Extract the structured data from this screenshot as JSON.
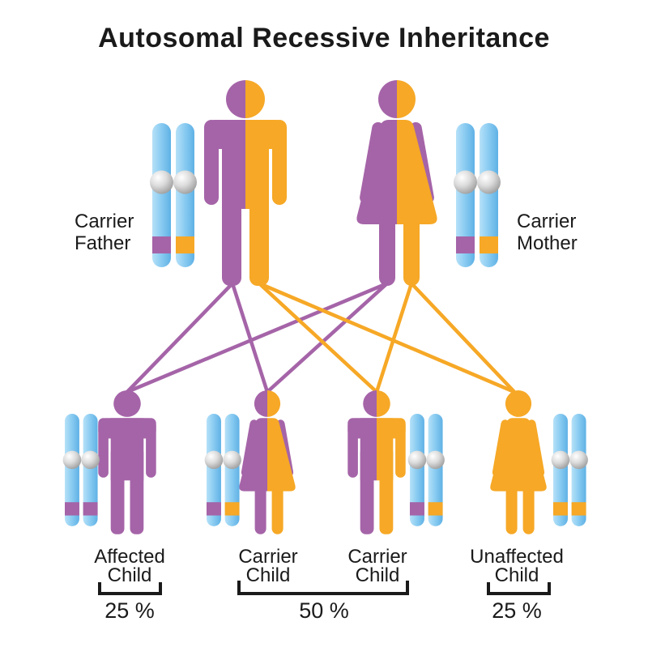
{
  "title": "Autosomal Recessive Inheritance",
  "colors": {
    "purple": "#A564A8",
    "orange": "#F6A826",
    "chromosome_blue": "#86CBF1",
    "centromere_gray": "#BFBFBF",
    "text": "#1A1A1A",
    "background": "#FFFFFF"
  },
  "parents": {
    "father": {
      "label_line1": "Carrier",
      "label_line2": "Father",
      "figure_colors": [
        "purple",
        "orange"
      ],
      "chromosome_bands": [
        "purple",
        "orange"
      ]
    },
    "mother": {
      "label_line1": "Carrier",
      "label_line2": "Mother",
      "figure_colors": [
        "purple",
        "orange"
      ],
      "chromosome_bands": [
        "purple",
        "orange"
      ]
    }
  },
  "children": [
    {
      "label_line1": "Affected",
      "label_line2": "Child",
      "sex": "male",
      "figure_colors": [
        "purple"
      ],
      "chromosome_bands": [
        "purple",
        "purple"
      ]
    },
    {
      "label_line1": "Carrier",
      "label_line2": "Child",
      "sex": "female",
      "figure_colors": [
        "purple",
        "orange"
      ],
      "chromosome_bands": [
        "purple",
        "orange"
      ]
    },
    {
      "label_line1": "Carrier",
      "label_line2": "Child",
      "sex": "male",
      "figure_colors": [
        "purple",
        "orange"
      ],
      "chromosome_bands": [
        "purple",
        "orange"
      ]
    },
    {
      "label_line1": "Unaffected",
      "label_line2": "Child",
      "sex": "female",
      "figure_colors": [
        "orange"
      ],
      "chromosome_bands": [
        "orange",
        "orange"
      ]
    }
  ],
  "percentages": {
    "affected": "25 %",
    "carrier": "50 %",
    "unaffected": "25 %"
  },
  "inheritance_lines": [
    {
      "from": "father-purple-allele",
      "to": "affected-child",
      "color": "purple"
    },
    {
      "from": "father-purple-allele",
      "to": "carrier-child-1",
      "color": "purple"
    },
    {
      "from": "mother-purple-allele",
      "to": "affected-child",
      "color": "purple"
    },
    {
      "from": "mother-purple-allele",
      "to": "carrier-child-1",
      "color": "purple"
    },
    {
      "from": "father-orange-allele",
      "to": "carrier-child-2",
      "color": "orange"
    },
    {
      "from": "father-orange-allele",
      "to": "unaffected-child",
      "color": "orange"
    },
    {
      "from": "mother-orange-allele",
      "to": "carrier-child-2",
      "color": "orange"
    },
    {
      "from": "mother-orange-allele",
      "to": "unaffected-child",
      "color": "orange"
    }
  ]
}
